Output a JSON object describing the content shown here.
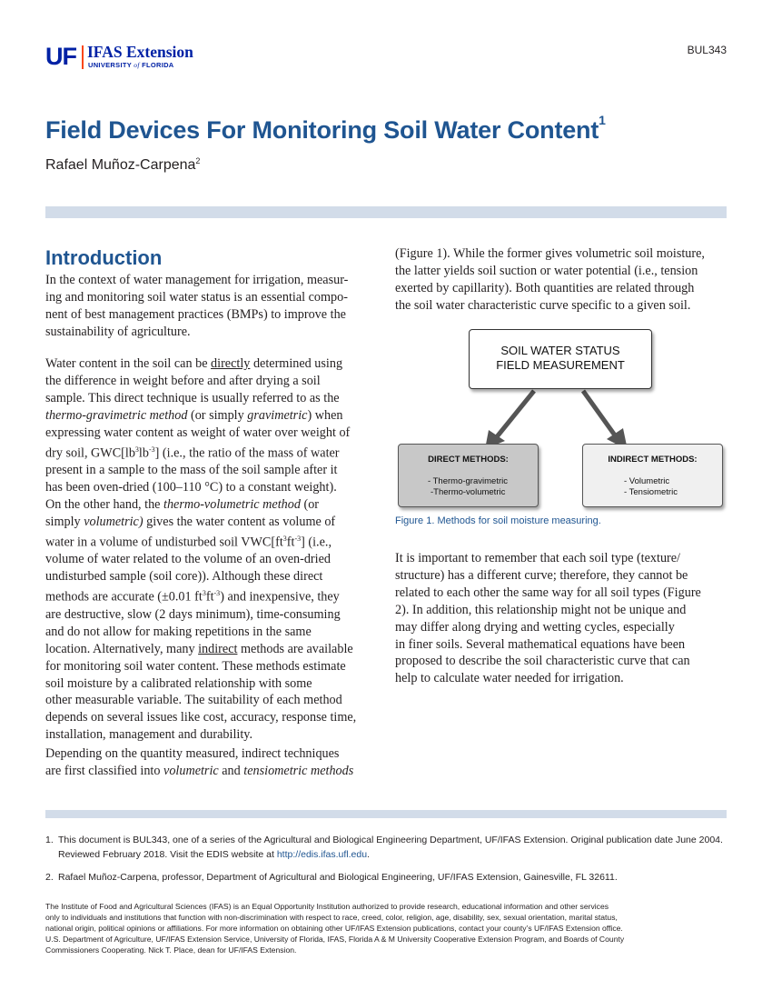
{
  "header": {
    "logo_uf": "UF",
    "logo_ifas": "IFAS Extension",
    "logo_univ_pre": "UNIVERSITY",
    "logo_univ_of": "of",
    "logo_univ_post": "FLORIDA",
    "doc_number": "BUL343"
  },
  "title": {
    "text": "Field Devices For Monitoring Soil Water Content",
    "footnote_mark": "1"
  },
  "author": {
    "name": "Rafael Muñoz-Carpena",
    "footnote_mark": "2"
  },
  "section": {
    "heading": "Introduction"
  },
  "left_column": {
    "p1_lines": [
      "In the context of water management for irrigation, measur-",
      "ing and monitoring soil water status is an essential compo-",
      "nent of best management practices (BMPs) to improve the",
      "sustainability of agriculture."
    ],
    "p2": {
      "l1_a": "Water content in the soil can be ",
      "l1_u": "directly",
      "l1_b": " determined using",
      "l2": "the difference in weight before and after drying a soil",
      "l3": "sample. This direct technique is usually referred to as the",
      "l4_i": "thermo-gravimetric method",
      "l4_a": " (or simply ",
      "l4_i2": "gravimetric",
      "l4_b": ") when",
      "l5": "expressing water content as weight of water over weight of",
      "l6_a": "dry soil, GWC[lb",
      "l6_s1": "3",
      "l6_b": "lb",
      "l6_s2": "-3",
      "l6_c": "] (i.e., the ratio of the mass of water",
      "l7": "present in a sample to the mass of the soil sample after it",
      "l8": "has been oven-dried (100–110 °C) to a constant weight).",
      "l9_a": "On the other hand, the ",
      "l9_i": "thermo-volumetric method",
      "l9_b": " (or",
      "l10_a": "simply ",
      "l10_i": "volumetric)",
      "l10_b": " gives the water content as volume of",
      "l11_a": "water in a volume of undisturbed soil VWC[ft",
      "l11_s1": "3",
      "l11_b": "ft",
      "l11_s2": "-3",
      "l11_c": "] (i.e.,",
      "l12": "volume of water related to the volume of an oven-dried",
      "l13": "undisturbed sample (soil core)). Although these direct",
      "l14_a": "methods are accurate (±0.01 ft",
      "l14_s1": "3",
      "l14_b": "ft",
      "l14_s2": "-3",
      "l14_c": ") and inexpensive, they",
      "l15": "are destructive, slow (2 days minimum), time-consuming",
      "l16": "and do not allow for making repetitions in the same",
      "l17_a": "location. Alternatively, many ",
      "l17_u": "indirect",
      "l17_b": " methods are available",
      "l18": "for monitoring soil water content. These methods estimate",
      "l19": "soil moisture by a calibrated relationship with some",
      "l20": "other measurable variable. The suitability of each method",
      "l21": "depends on several issues like cost, accuracy, response time,",
      "l22": "installation, management and durability."
    },
    "p3": {
      "l1": "Depending on the quantity measured, indirect techniques",
      "l2_a": "are first classified into ",
      "l2_i1": "volumetric",
      "l2_b": " and ",
      "l2_i2": "tensiometric methods"
    }
  },
  "right_column": {
    "p1_lines": [
      "(Figure 1). While the former gives volumetric soil moisture,",
      "the latter yields soil suction or water potential (i.e., tension",
      "exerted by capillarity). Both quantities are related through",
      "the soil water characteristic curve specific to a given soil."
    ],
    "p2_lines": [
      "It is important to remember that each soil type (texture/",
      "structure) has a different curve; therefore, they cannot be",
      "related to each other the same way for all soil types (Figure",
      "2). In addition, this relationship might not be unique and",
      "may differ along drying and wetting cycles, especially",
      "in finer soils. Several mathematical equations have been",
      "proposed to describe the soil characteristic curve that can",
      "help to calculate water needed for irrigation."
    ]
  },
  "figure": {
    "top_box_line1": "SOIL WATER STATUS",
    "top_box_line2": "FIELD MEASUREMENT",
    "left_box_title": "DIRECT METHODS:",
    "left_box_item1": "- Thermo-gravimetric",
    "left_box_item2": "-Thermo-volumetric",
    "right_box_title": "INDIRECT METHODS:",
    "right_box_item1": "- Volumetric",
    "right_box_item2": "- Tensiometric",
    "caption": "Figure 1. Methods for soil moisture measuring."
  },
  "footnotes": {
    "fn1_num": "1.",
    "fn1_text": "This document is BUL343, one of a series of the Agricultural and Biological Engineering Department, UF/IFAS Extension. Original publication date June 2004. Reviewed February 2018. Visit the EDIS website at ",
    "fn1_link": "http://edis.ifas.ufl.edu",
    "fn1_end": ".",
    "fn2_num": "2.",
    "fn2_text": "Rafael Muñoz-Carpena, professor, Department of Agricultural and Biological Engineering, UF/IFAS Extension, Gainesville, FL 32611."
  },
  "disclaimer_lines": [
    "The Institute of Food and Agricultural Sciences (IFAS) is an Equal Opportunity Institution authorized to provide research, educational information and other services",
    "only to individuals and institutions that function with non-discrimination with respect to race, creed, color, religion, age, disability, sex, sexual orientation, marital status,",
    "national origin, political opinions or affiliations. For more information on obtaining other UF/IFAS Extension publications, contact your county’s UF/IFAS Extension office.",
    "U.S. Department of Agriculture, UF/IFAS Extension Service, University of Florida, IFAS, Florida A & M University Cooperative Extension Program, and Boards of County",
    "Commissioners Cooperating. Nick T. Place, dean for UF/IFAS Extension."
  ],
  "colors": {
    "heading_blue": "#1f5591",
    "logo_blue": "#0021a5",
    "logo_orange": "#fa4616",
    "rule_blue": "#d2dce9"
  }
}
